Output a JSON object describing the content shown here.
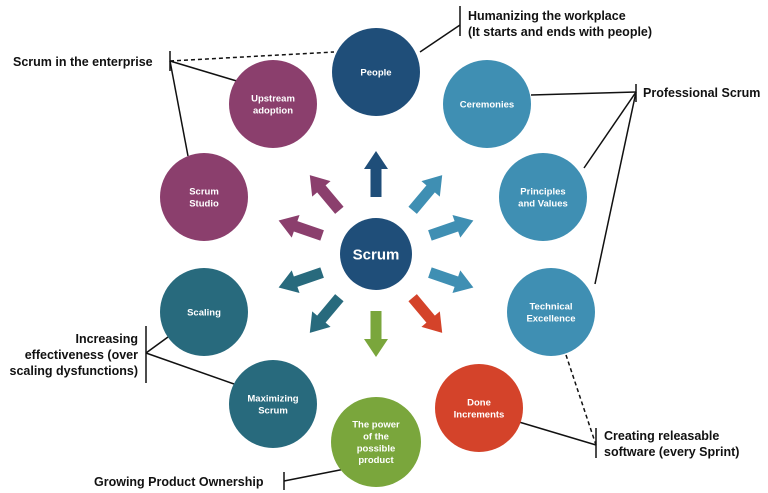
{
  "center": {
    "label": "Scrum",
    "color": "#1f4e79"
  },
  "nodes": [
    {
      "id": "people",
      "lines": [
        "People"
      ],
      "color": "#1f4e79"
    },
    {
      "id": "ceremonies",
      "lines": [
        "Ceremonies"
      ],
      "color": "#3f8fb3"
    },
    {
      "id": "principles",
      "lines": [
        "Principles",
        "and Values"
      ],
      "color": "#3f8fb3"
    },
    {
      "id": "technical",
      "lines": [
        "Technical",
        "Excellence"
      ],
      "color": "#3f8fb3"
    },
    {
      "id": "done",
      "lines": [
        "Done",
        "Increments"
      ],
      "color": "#d4432a"
    },
    {
      "id": "power",
      "lines": [
        "The power",
        "of the",
        "possible",
        "product"
      ],
      "color": "#7aa63c"
    },
    {
      "id": "maximizing",
      "lines": [
        "Maximizing",
        "Scrum"
      ],
      "color": "#286a7d"
    },
    {
      "id": "scaling",
      "lines": [
        "Scaling"
      ],
      "color": "#286a7d"
    },
    {
      "id": "studio",
      "lines": [
        "Scrum",
        "Studio"
      ],
      "color": "#8b3f6d"
    },
    {
      "id": "upstream",
      "lines": [
        "Upstream",
        "adoption"
      ],
      "color": "#8b3f6d"
    }
  ],
  "arrows": [
    {
      "color": "#1f4e79"
    },
    {
      "color": "#3f8fb3"
    },
    {
      "color": "#3f8fb3"
    },
    {
      "color": "#3f8fb3"
    },
    {
      "color": "#d4432a"
    },
    {
      "color": "#7aa63c"
    },
    {
      "color": "#286a7d"
    },
    {
      "color": "#286a7d"
    },
    {
      "color": "#8b3f6d"
    },
    {
      "color": "#8b3f6d"
    }
  ],
  "callouts": [
    {
      "id": "humanizing",
      "lines": [
        "Humanizing the workplace",
        "(It starts and ends with people)"
      ]
    },
    {
      "id": "professional",
      "lines": [
        "Professional Scrum"
      ]
    },
    {
      "id": "enterprise",
      "lines": [
        "Scrum in the enterprise"
      ]
    },
    {
      "id": "effectiveness",
      "lines": [
        "Increasing",
        "effectiveness (over",
        "scaling dysfunctions)"
      ]
    },
    {
      "id": "releasable",
      "lines": [
        "Creating releasable",
        "software (every Sprint)"
      ]
    },
    {
      "id": "ownership",
      "lines": [
        "Growing Product Ownership"
      ]
    }
  ]
}
